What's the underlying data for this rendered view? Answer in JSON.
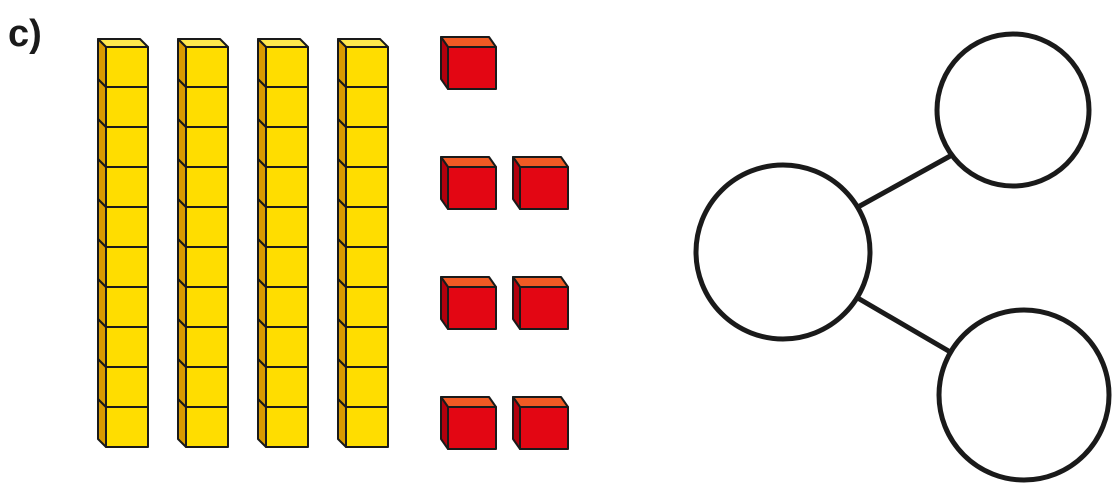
{
  "question": {
    "label": "c)"
  },
  "base_ten_blocks": {
    "tens_rods": 4,
    "cubes_per_rod": 10,
    "ones_cubes": 7
  },
  "part_whole_model": {
    "circles": [
      "whole",
      "part",
      "part"
    ],
    "values": [
      "",
      "",
      ""
    ]
  },
  "colors": {
    "rod_front": "#ffdd00",
    "rod_top": "#ffe84d",
    "rod_side": "#d99a00",
    "cube_front": "#e30613",
    "cube_top": "#f15a24",
    "cube_side": "#b3000d",
    "outline": "#1a1a1a"
  }
}
